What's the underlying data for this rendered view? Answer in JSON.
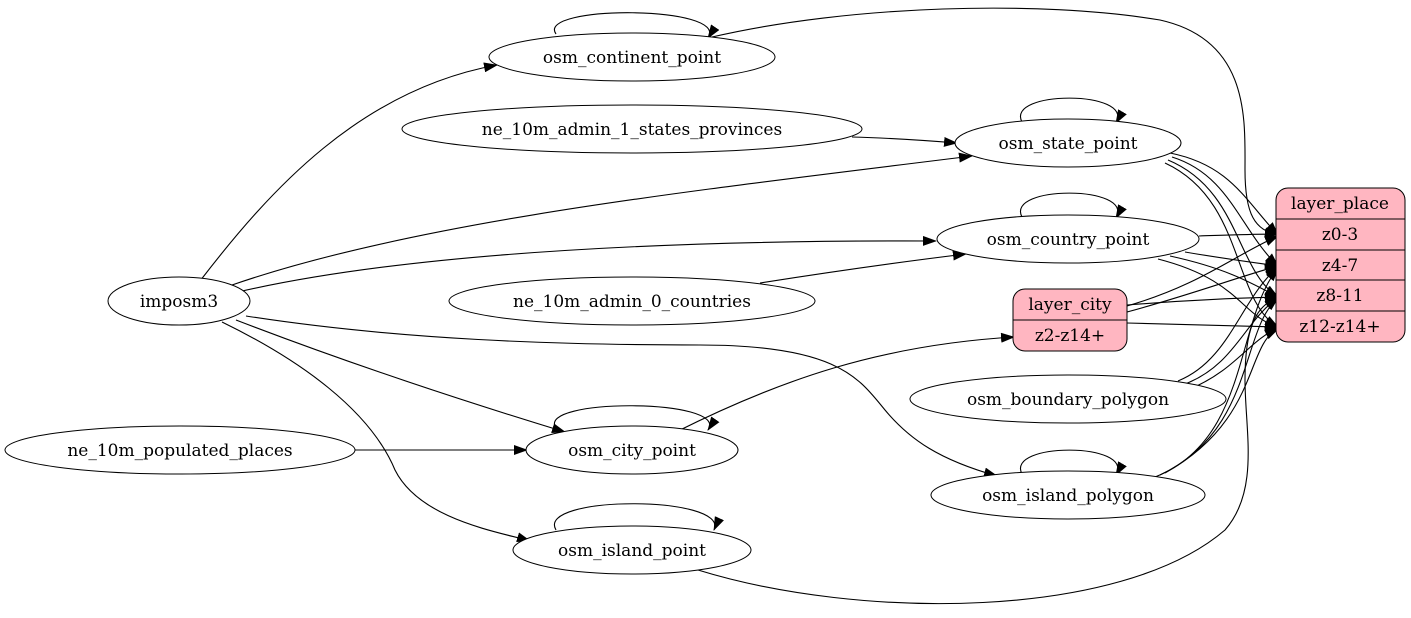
{
  "graph": {
    "nodes": [
      {
        "id": "imposm3",
        "label": "imposm3"
      },
      {
        "id": "ne_10m_populated_places",
        "label": "ne_10m_populated_places"
      },
      {
        "id": "osm_continent_point",
        "label": "osm_continent_point"
      },
      {
        "id": "ne_10m_admin_1_states_provinces",
        "label": "ne_10m_admin_1_states_provinces"
      },
      {
        "id": "ne_10m_admin_0_countries",
        "label": "ne_10m_admin_0_countries"
      },
      {
        "id": "osm_city_point",
        "label": "osm_city_point"
      },
      {
        "id": "osm_island_point",
        "label": "osm_island_point"
      },
      {
        "id": "osm_state_point",
        "label": "osm_state_point"
      },
      {
        "id": "osm_country_point",
        "label": "osm_country_point"
      },
      {
        "id": "osm_boundary_polygon",
        "label": "osm_boundary_polygon"
      },
      {
        "id": "osm_island_polygon",
        "label": "osm_island_polygon"
      }
    ],
    "records": {
      "layer_city": {
        "title": "layer_city",
        "fields": [
          "z2-z14+"
        ]
      },
      "layer_place": {
        "title": "layer_place",
        "fields": [
          "z0-3",
          "z4-7",
          "z8-11",
          "z12-z14+"
        ]
      }
    },
    "edges": [
      {
        "from": "imposm3",
        "to": "osm_continent_point"
      },
      {
        "from": "imposm3",
        "to": "osm_state_point"
      },
      {
        "from": "imposm3",
        "to": "osm_country_point"
      },
      {
        "from": "imposm3",
        "to": "osm_city_point"
      },
      {
        "from": "imposm3",
        "to": "osm_island_point"
      },
      {
        "from": "imposm3",
        "to": "osm_island_polygon"
      },
      {
        "from": "ne_10m_admin_1_states_provinces",
        "to": "osm_state_point"
      },
      {
        "from": "ne_10m_admin_0_countries",
        "to": "osm_country_point"
      },
      {
        "from": "ne_10m_populated_places",
        "to": "osm_city_point"
      },
      {
        "from": "osm_city_point",
        "to": "layer_city:z2-z14+"
      },
      {
        "from": "osm_continent_point",
        "to": "osm_continent_point"
      },
      {
        "from": "osm_state_point",
        "to": "osm_state_point"
      },
      {
        "from": "osm_country_point",
        "to": "osm_country_point"
      },
      {
        "from": "osm_city_point",
        "to": "osm_city_point"
      },
      {
        "from": "osm_island_point",
        "to": "osm_island_point"
      },
      {
        "from": "osm_island_polygon",
        "to": "osm_island_polygon"
      },
      {
        "from": "osm_continent_point",
        "to": "layer_place:z0-3"
      },
      {
        "from": "osm_state_point",
        "to": "layer_place:z0-3"
      },
      {
        "from": "osm_state_point",
        "to": "layer_place:z4-7"
      },
      {
        "from": "osm_state_point",
        "to": "layer_place:z8-11"
      },
      {
        "from": "osm_state_point",
        "to": "layer_place:z12-z14+"
      },
      {
        "from": "osm_country_point",
        "to": "layer_place:z0-3"
      },
      {
        "from": "osm_country_point",
        "to": "layer_place:z4-7"
      },
      {
        "from": "osm_country_point",
        "to": "layer_place:z8-11"
      },
      {
        "from": "osm_country_point",
        "to": "layer_place:z12-z14+"
      },
      {
        "from": "layer_city",
        "to": "layer_place:z0-3"
      },
      {
        "from": "layer_city",
        "to": "layer_place:z4-7"
      },
      {
        "from": "layer_city",
        "to": "layer_place:z8-11"
      },
      {
        "from": "layer_city",
        "to": "layer_place:z12-z14+"
      },
      {
        "from": "osm_boundary_polygon",
        "to": "layer_place:z4-7"
      },
      {
        "from": "osm_boundary_polygon",
        "to": "layer_place:z8-11"
      },
      {
        "from": "osm_boundary_polygon",
        "to": "layer_place:z12-z14+"
      },
      {
        "from": "osm_island_polygon",
        "to": "layer_place:z4-7"
      },
      {
        "from": "osm_island_polygon",
        "to": "layer_place:z8-11"
      },
      {
        "from": "osm_island_polygon",
        "to": "layer_place:z12-z14+"
      },
      {
        "from": "osm_island_point",
        "to": "layer_place:z8-11"
      }
    ],
    "colors": {
      "record_fill": "#ffb6c1",
      "node_fill": "#ffffff",
      "stroke": "#000000"
    }
  }
}
